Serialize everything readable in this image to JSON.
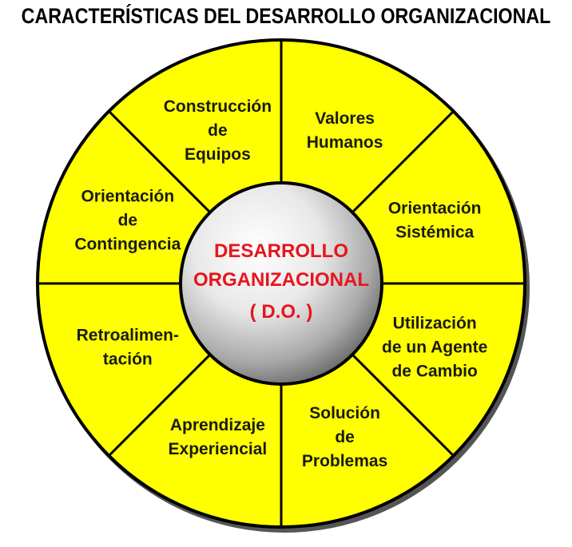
{
  "title": "CARACTERÍSTICAS DEL DESARROLLO ORGANIZACIONAL",
  "hub": {
    "lines": [
      "DESARROLLO",
      "ORGANIZACIONAL",
      "( D.O. )"
    ]
  },
  "segments": [
    {
      "id": "valores-humanos",
      "lines": [
        "Valores",
        "Humanos"
      ]
    },
    {
      "id": "orientacion-sistemica",
      "lines": [
        "Orientación",
        "Sistémica"
      ]
    },
    {
      "id": "utilizacion-agente-cambio",
      "lines": [
        "Utilización",
        "de un Agente",
        "de Cambio"
      ]
    },
    {
      "id": "solucion-problemas",
      "lines": [
        "Solución",
        "de",
        "Problemas"
      ]
    },
    {
      "id": "aprendizaje-experiencial",
      "lines": [
        "Aprendizaje",
        "Experiencial"
      ]
    },
    {
      "id": "retroalimentacion",
      "lines": [
        "Retroalimen-",
        "tación"
      ]
    },
    {
      "id": "orientacion-contingencia",
      "lines": [
        "Orientación",
        "de",
        "Contingencia"
      ]
    },
    {
      "id": "construccion-equipos",
      "lines": [
        "Construcción",
        "de",
        "Equipos"
      ]
    }
  ],
  "colors": {
    "ring_fill": "#ffff00",
    "outline": "#000000",
    "hub_text": "#e8141c",
    "segment_text": "#1a1a1a"
  }
}
